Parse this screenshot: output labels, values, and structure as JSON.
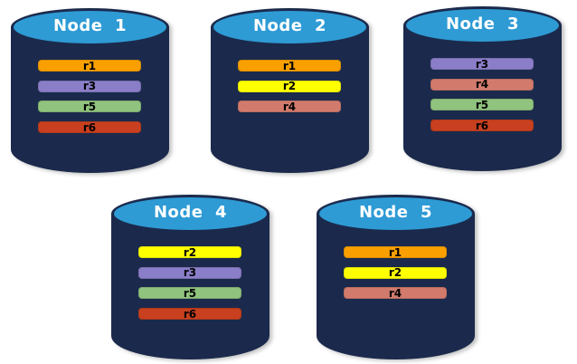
{
  "diagram": {
    "description": "Database nodes with replica placement",
    "nodes": [
      {
        "label": "Node  1",
        "replicas": [
          "r1",
          "r3",
          "r5",
          "r6"
        ]
      },
      {
        "label": "Node  2",
        "replicas": [
          "r1",
          "r2",
          "r4"
        ]
      },
      {
        "label": "Node  3",
        "replicas": [
          "r3",
          "r4",
          "r5",
          "r6"
        ]
      },
      {
        "label": "Node  4",
        "replicas": [
          "r2",
          "r3",
          "r5",
          "r6"
        ]
      },
      {
        "label": "Node  5",
        "replicas": [
          "r1",
          "r2",
          "r4"
        ]
      }
    ],
    "colors": {
      "cylinder_body": "#1B2A4C",
      "cylinder_top_fill": "#2E9BD5",
      "title_text": "#FFFFFF",
      "bar_text": "#000000",
      "replicas": {
        "r1": "#F9A000",
        "r2": "#FFFF00",
        "r3": "#8B7EC8",
        "r4": "#D27B6D",
        "r5": "#90C37E",
        "r6": "#C8401F"
      }
    }
  }
}
